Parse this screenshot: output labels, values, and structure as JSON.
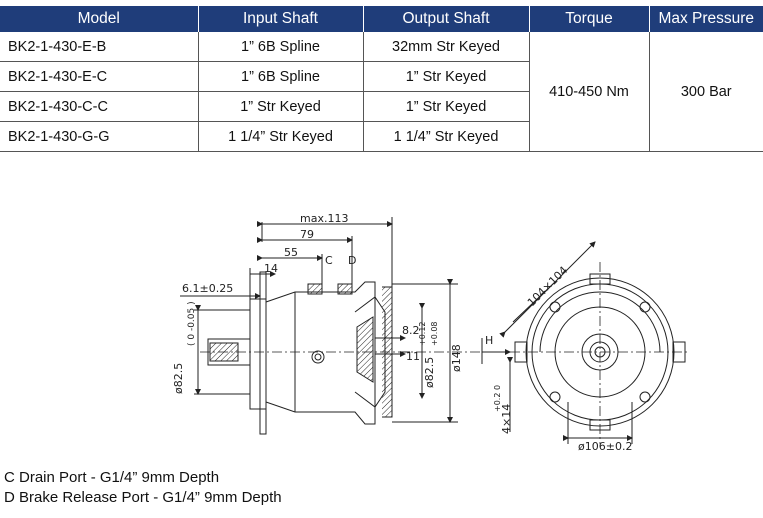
{
  "table": {
    "headers": [
      "Model",
      "Input Shaft",
      "Output Shaft",
      "Torque",
      "Max Pressure"
    ],
    "rows": [
      {
        "model": "BK2-1-430-E-B",
        "input": "1” 6B Spline",
        "output": "32mm Str Keyed"
      },
      {
        "model": "BK2-1-430-E-C",
        "input": "1” 6B Spline",
        "output": "1” Str Keyed"
      },
      {
        "model": "BK2-1-430-C-C",
        "input": "1” Str Keyed",
        "output": "1” Str Keyed"
      },
      {
        "model": "BK2-1-430-G-G",
        "input": "1 1/4” Str Keyed",
        "output": "1 1/4” Str Keyed"
      }
    ],
    "torque": "410-450 Nm",
    "max_pressure": "300 Bar"
  },
  "drawing": {
    "dims": {
      "max113": "max.113",
      "d79": "79",
      "d55": "55",
      "d14": "14",
      "d61": "6.1±0.25",
      "port_c": "C",
      "port_d": "D",
      "d82": "8.2",
      "d11": "11",
      "d825_out": "ø82.5",
      "d825_tol_top": "+0.12",
      "d825_tol_bot": "+0.08",
      "d148": "ø148",
      "d825_in": "ø82.5",
      "d825_in_tol": "( 0  -0.05 )",
      "h": "H",
      "d104": "104×104",
      "d4x14": "4×14",
      "d4x14_tol": "+0.2  0",
      "d106": "ø106±0.2"
    }
  },
  "notes": [
    "C Drain Port - G1/4” 9mm Depth",
    "D Brake Release Port - G1/4” 9mm Depth"
  ]
}
